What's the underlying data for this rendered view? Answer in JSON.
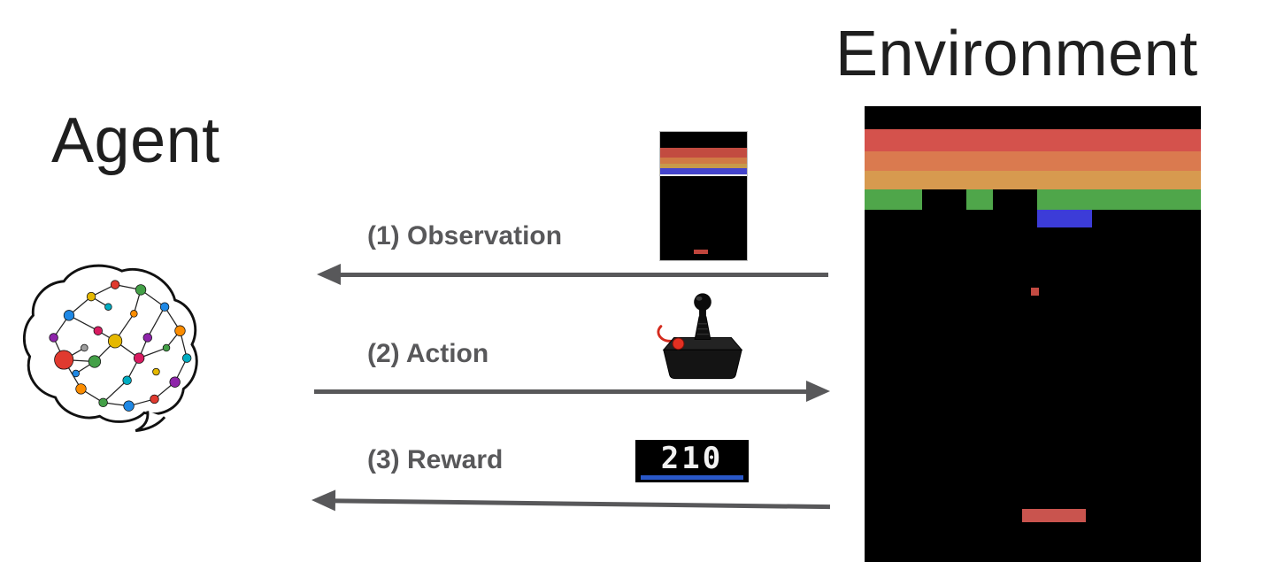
{
  "diagram": {
    "agent_label": "Agent",
    "environment_label": "Environment",
    "arrows": [
      {
        "label": "(1) Observation",
        "direction": "right-to-left"
      },
      {
        "label": "(2) Action",
        "direction": "left-to-right"
      },
      {
        "label": "(3) Reward",
        "direction": "right-to-left"
      }
    ],
    "reward_score": "210",
    "icons": {
      "agent": "brain-icon",
      "observation": "breakout-screen-thumbnail-icon",
      "action": "joystick-icon",
      "reward": "score-display-icon",
      "environment": "breakout-game-screen"
    },
    "colors": {
      "arrow_gray": "#58585a",
      "title_black": "#1f1f1f",
      "brick_red": "#d4524c",
      "brick_orange": "#da7a4f",
      "brick_amber": "#d79a4f",
      "brick_green": "#4fa64a",
      "brick_blue": "#3c3cd8",
      "paddle_red": "#c9544e",
      "ball_red": "#c34a42",
      "score_underline_blue": "#2957c8"
    }
  }
}
